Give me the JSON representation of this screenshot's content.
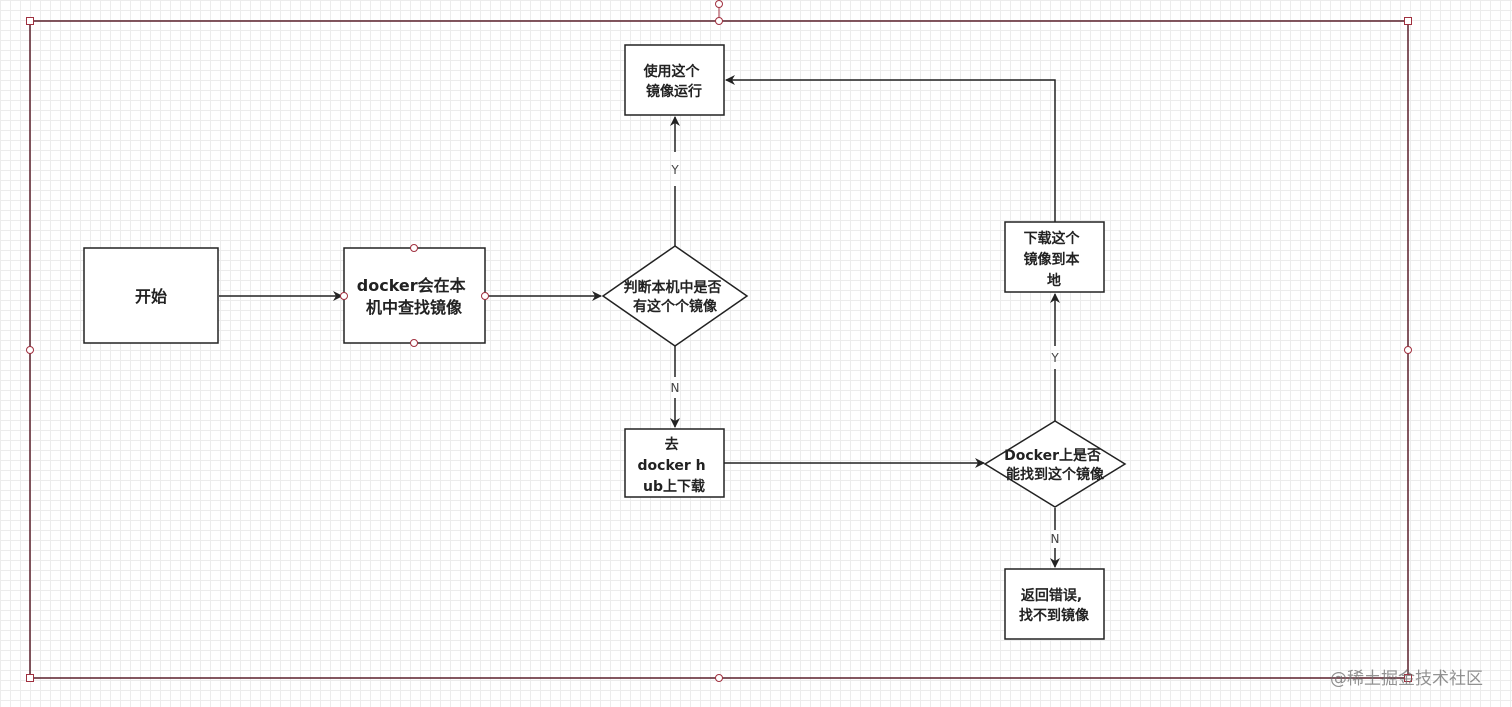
{
  "diagram": {
    "nodes": {
      "start": {
        "lines": [
          "开始"
        ]
      },
      "search_local": {
        "lines": [
          "docker会在本",
          "机中查找镜像"
        ]
      },
      "check_local": {
        "lines": [
          "判断本机中是否",
          "有这个个镜像"
        ]
      },
      "use_image": {
        "lines": [
          "使用这个",
          "镜像运行"
        ]
      },
      "go_hub": {
        "lines": [
          "去",
          "docker h",
          "ub上下载"
        ]
      },
      "check_hub": {
        "lines": [
          "Docker上是否",
          "能找到这个镜像"
        ]
      },
      "download": {
        "lines": [
          "下载这个",
          "镜像到本",
          "地"
        ]
      },
      "error": {
        "lines": [
          "返回错误,",
          "找不到镜像"
        ]
      }
    },
    "edge_labels": {
      "check_local_yes": "Y",
      "check_local_no": "N",
      "check_hub_yes": "Y",
      "check_hub_no": "N"
    }
  },
  "watermark": "@稀土掘金技术社区",
  "colors": {
    "stroke": "#222222",
    "frame": "#5a1f2a",
    "handle": "#a0303f",
    "grid": "#ececec"
  }
}
